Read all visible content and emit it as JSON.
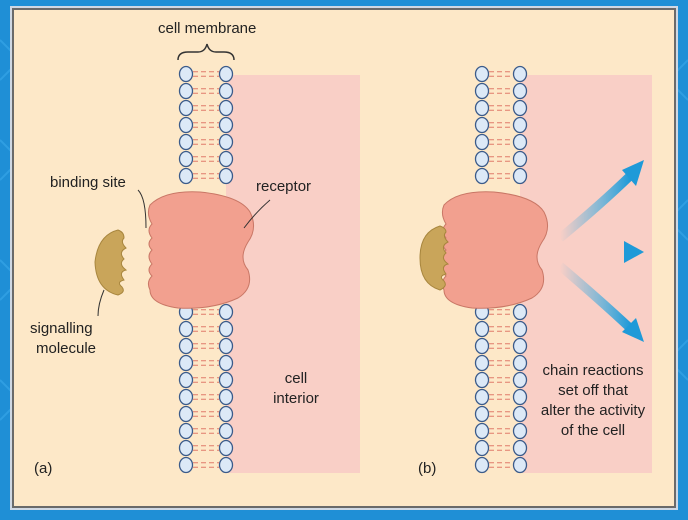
{
  "labels": {
    "cell_membrane": "cell membrane",
    "binding_site": "binding site",
    "receptor": "receptor",
    "signalling": "signalling",
    "molecule": "molecule",
    "cell": "cell",
    "interior": "interior",
    "panel_a": "(a)",
    "panel_b": "(b)",
    "chain_line1": "chain reactions",
    "chain_line2": "set off that",
    "chain_line3": "alter the activity",
    "chain_line4": "of the cell"
  },
  "colors": {
    "background": "#1f8fd6",
    "panel": "#fde8c8",
    "interior": "#f9cfc6",
    "receptor": "#f2a08f",
    "molecule": "#c9a55a",
    "lipid_head": "#dce9f7",
    "arrow": "#2aa6e0"
  }
}
